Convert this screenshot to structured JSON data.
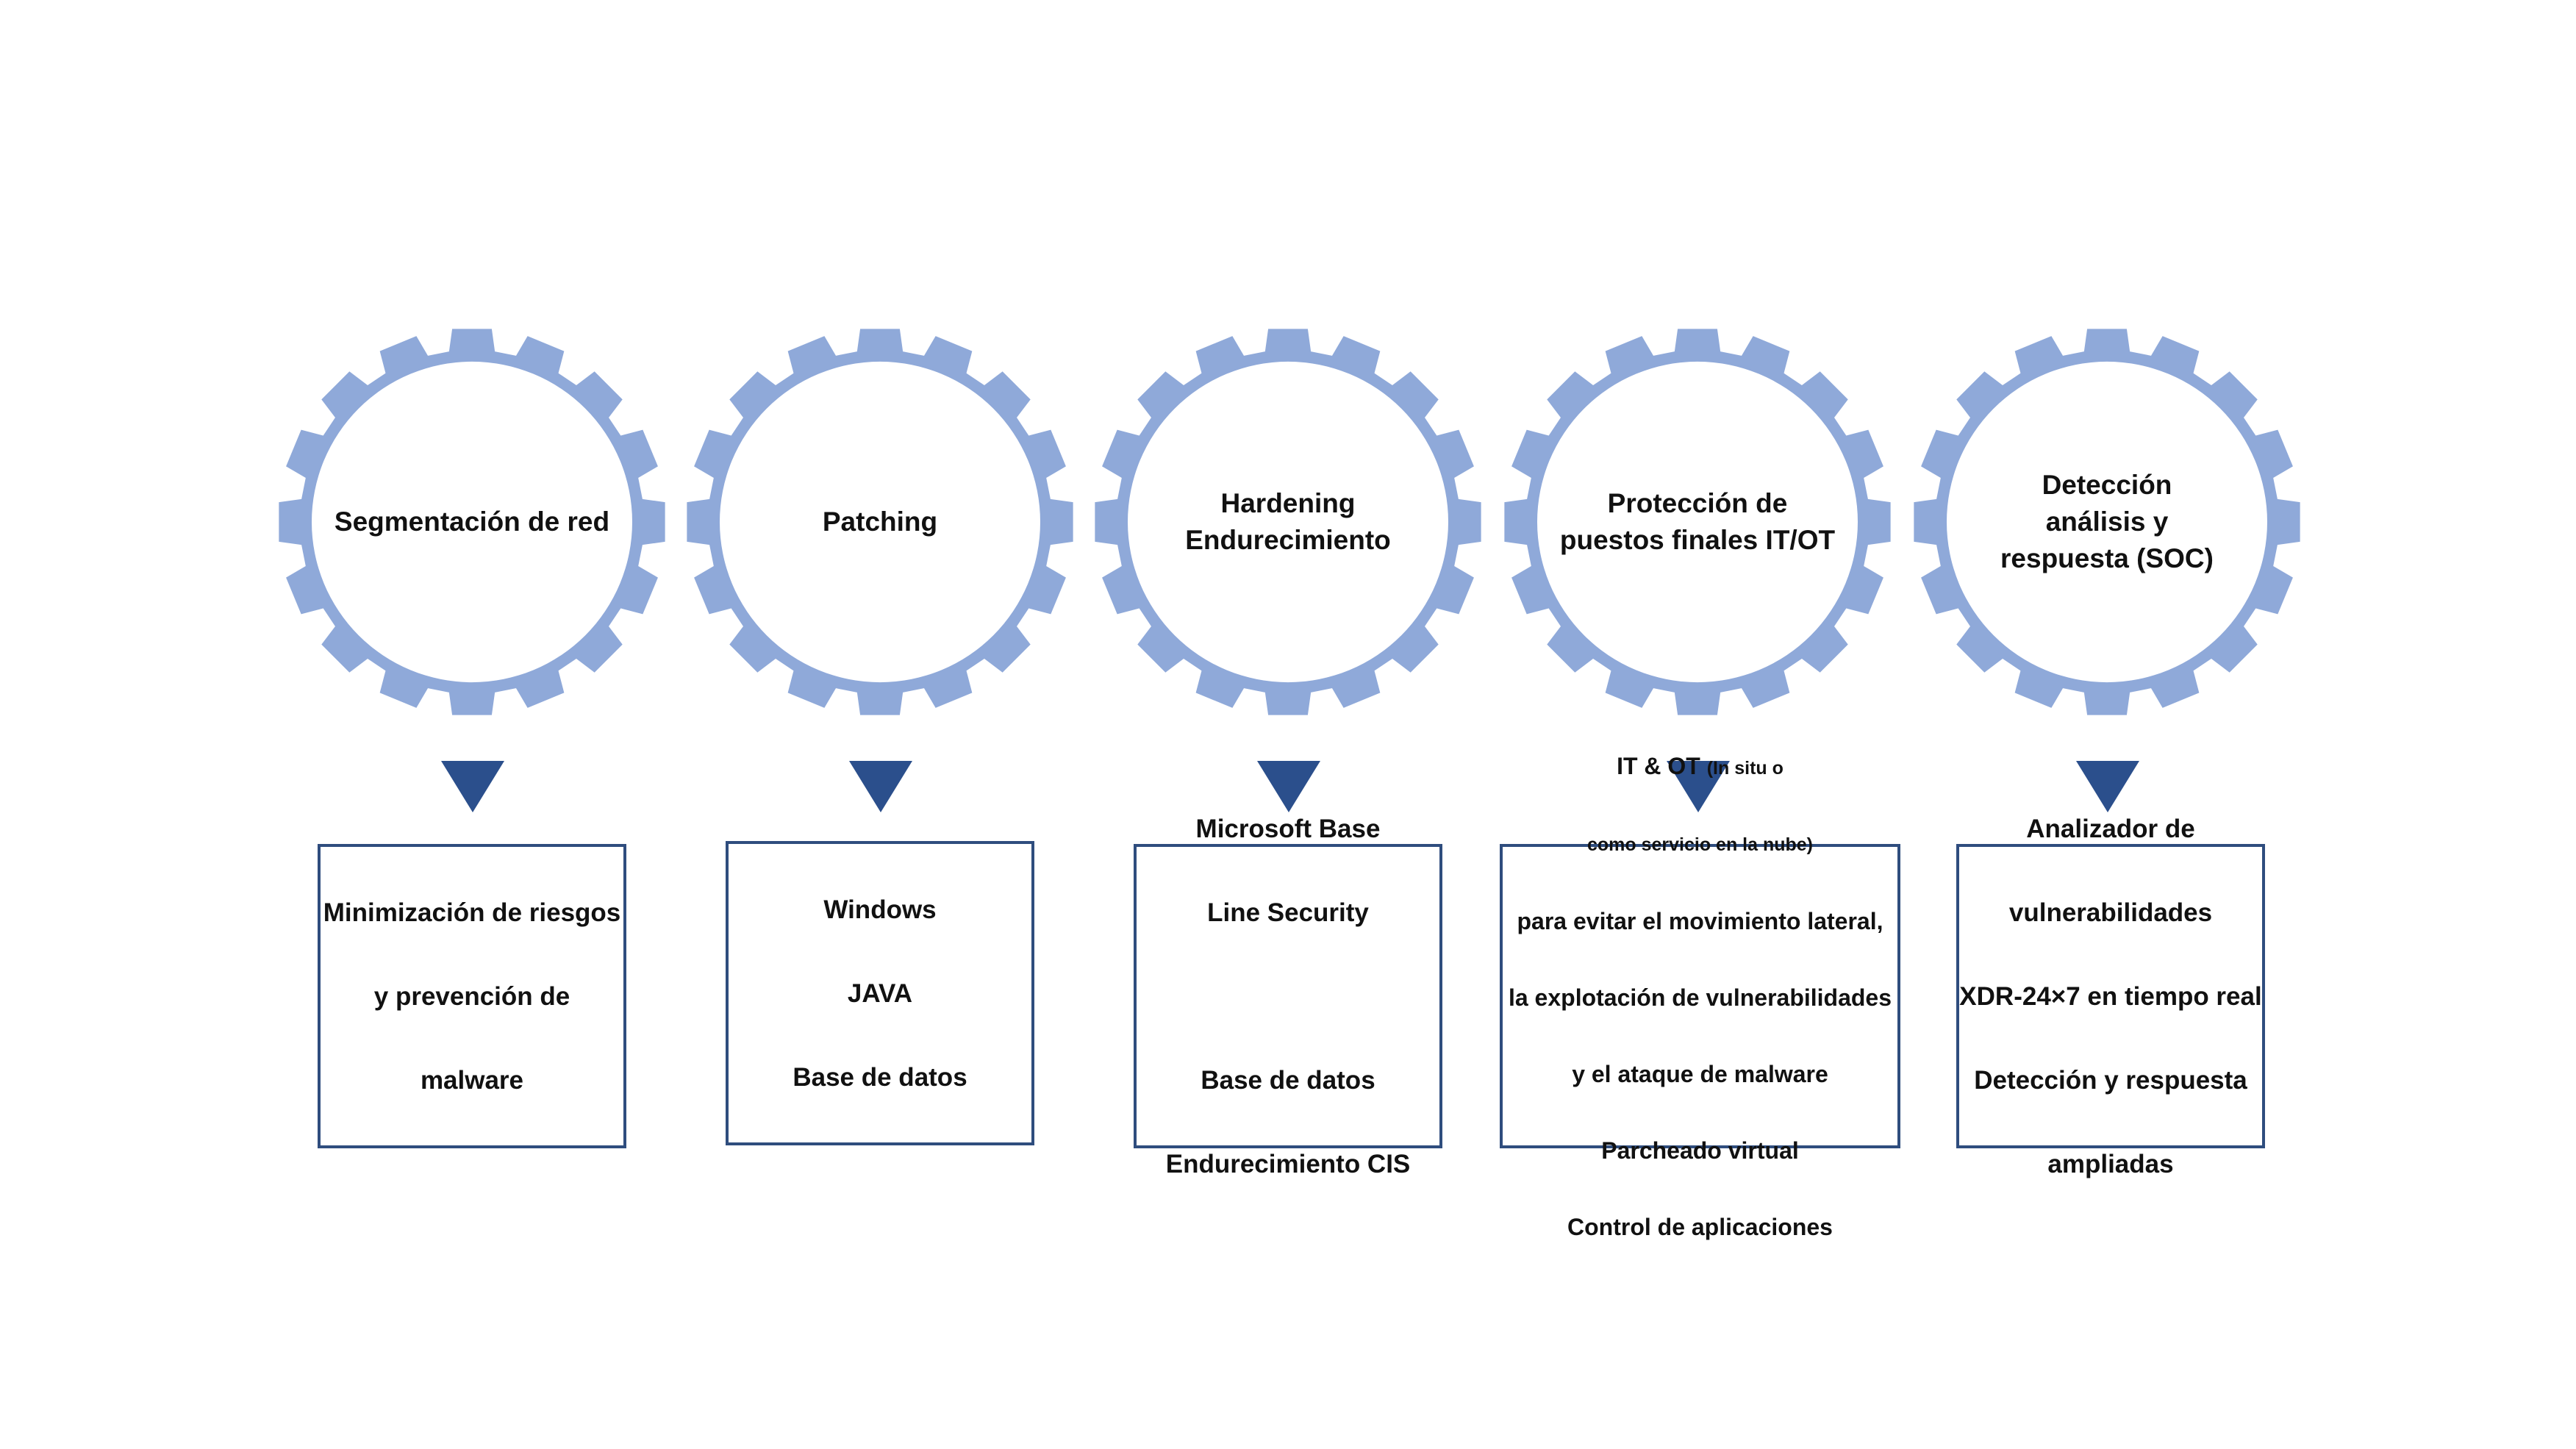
{
  "colors": {
    "gear_fill": "#8fa9d9",
    "arrow_fill": "#2b4f8c",
    "box_border": "#2f4d7e",
    "text": "#111111"
  },
  "stages": [
    {
      "id": "segmentacion",
      "gear_title": "Segmentación de red",
      "box_lines": [
        "Minimización de riesgos",
        "y prevención de",
        "malware"
      ]
    },
    {
      "id": "patching",
      "gear_title": "Patching",
      "box_lines": [
        "Windows",
        "JAVA",
        "Base de datos"
      ]
    },
    {
      "id": "hardening",
      "gear_title": "Hardening\nEndurecimiento",
      "box_lines": [
        "Microsoft Base",
        "Line Security",
        "",
        "Base de datos",
        "Endurecimiento CIS"
      ]
    },
    {
      "id": "proteccion",
      "gear_title": "Protección de\npuestos finales IT/OT",
      "box_head": "IT & OT ",
      "box_head_small": "(In situ o",
      "box_small_line": "como servicio en la nube)",
      "box_lines": [
        "para evitar el movimiento lateral,",
        "la explotación de vulnerabilidades",
        "y el ataque de malware",
        "Parcheado virtual",
        "Control de aplicaciones"
      ]
    },
    {
      "id": "deteccion",
      "gear_title": "Detección\nanálisis y\nrespuesta (SOC)",
      "box_lines": [
        "Analizador de",
        "vulnerabilidades",
        "XDR-24×7 en tiempo real",
        "Detección y respuesta",
        "ampliadas"
      ]
    }
  ]
}
